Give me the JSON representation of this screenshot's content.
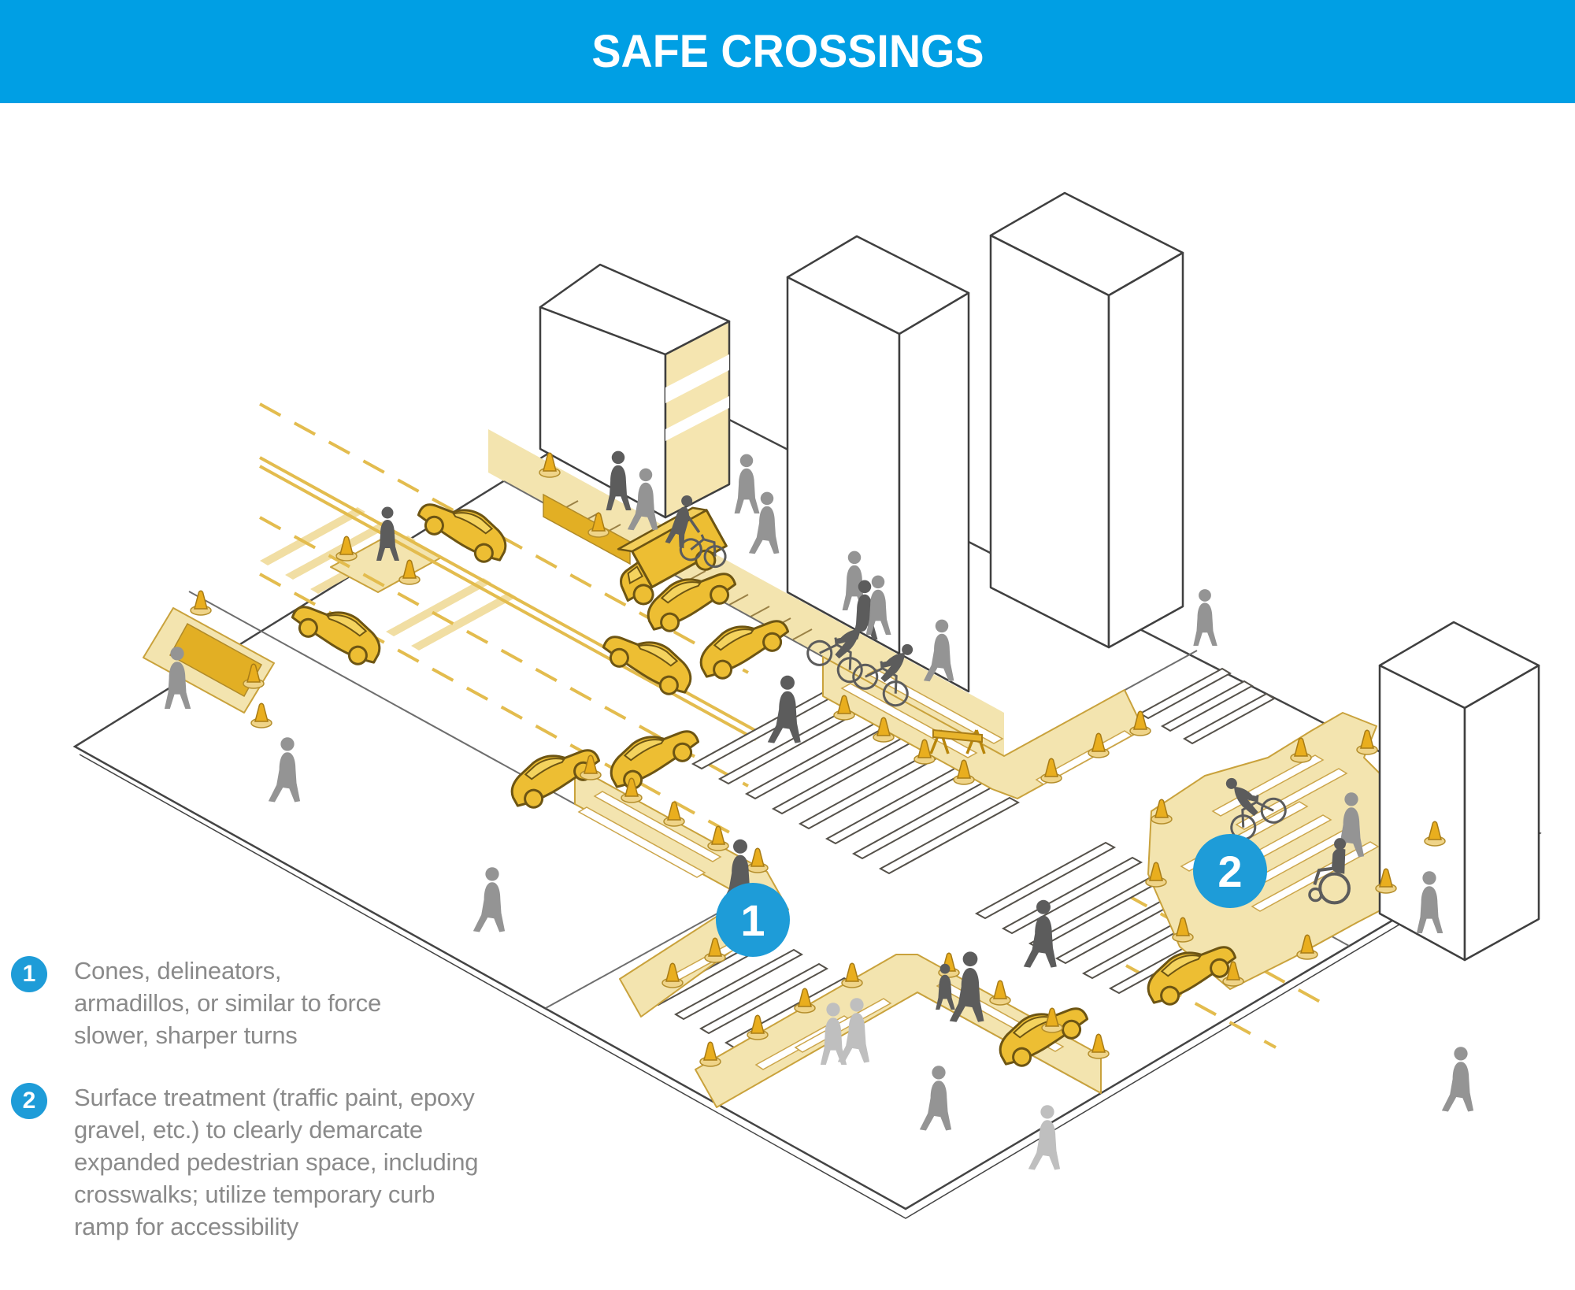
{
  "title": "SAFE CROSSINGS",
  "banner": {
    "background": "#009FE4",
    "text_color": "#FFFFFF"
  },
  "legend": {
    "items": [
      {
        "number": "1",
        "text": "Cones, delineators, armadillos, or similar to force slower, sharper turns",
        "lines": [
          "Cones, delineators,",
          "armadillos, or similar to force",
          "slower, sharper turns"
        ]
      },
      {
        "number": "2",
        "text": "Surface treatment (traffic paint, epoxy gravel, etc.) to clearly demarcate expanded pedestrian space, including crosswalks; utilize temporary curb ramp for accessibility",
        "lines": [
          "Surface treatment (traffic paint, epoxy",
          "gravel, etc.) to clearly demarcate",
          "expanded pedestrian space, including",
          "crosswalks; utilize temporary curb",
          "ramp for accessibility"
        ]
      }
    ]
  },
  "scene": {
    "description": "Isometric illustration of a four-way street intersection retrofitted with temporary safe-crossing treatments: traffic cones, curb extensions, surface-treated pedestrian space, crosswalks, cars, a delivery truck, cyclists, a wheelchair user and pedestrians among white buildings.",
    "markers": [
      {
        "label": "1",
        "meaning": "cones and delineators forcing slower turns"
      },
      {
        "label": "2",
        "meaning": "surface-treated expanded pedestrian space"
      }
    ],
    "colors": {
      "marker_blue": "#1E9CD8",
      "banner_blue": "#009FE4",
      "vehicle_yellow": "#EDBE33",
      "vehicle_outline": "#6D5513",
      "pedestrian_space_yellow": "#F3E4AF",
      "faded_crosswalk_yellow": "#F1DEA3",
      "ramp_dark_yellow": "#E2AF24",
      "cone_yellow": "#E9AE1E",
      "pedestrian_gray": "#949494",
      "pedestrian_dark_gray": "#5C5C5C",
      "legend_text_gray": "#8A8A8A",
      "building_outline": "#3F3F3F"
    }
  }
}
